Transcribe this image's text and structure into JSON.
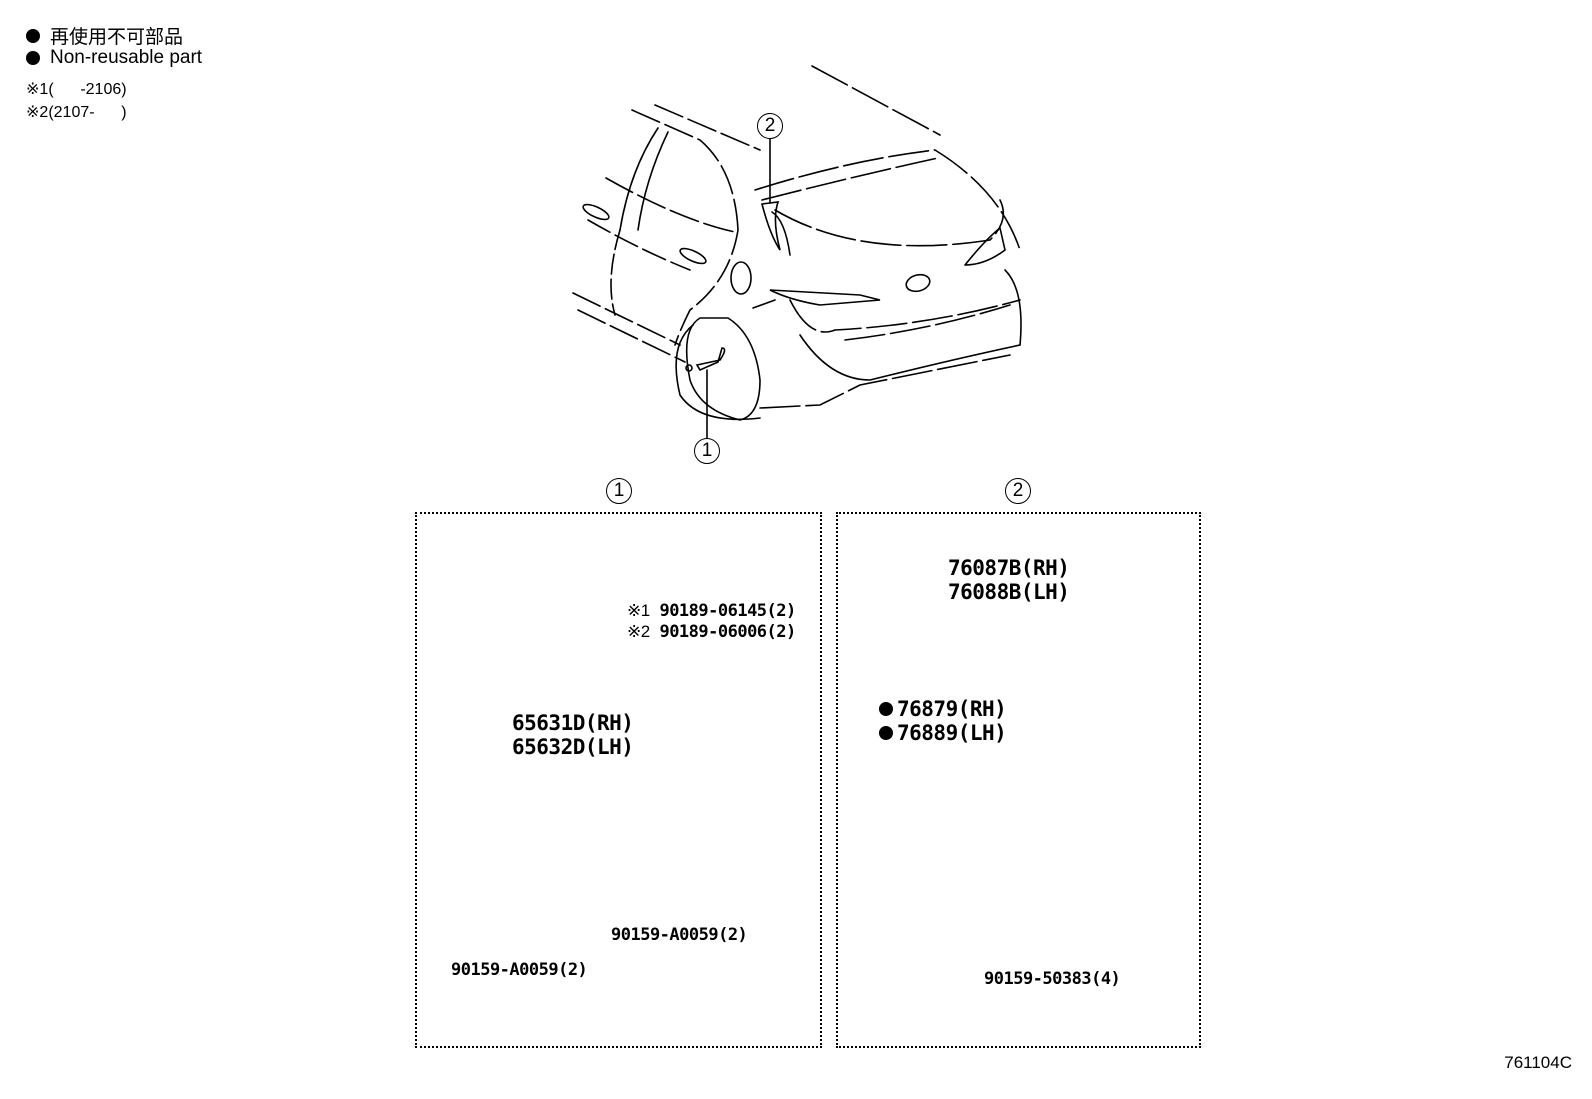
{
  "legend": {
    "items": [
      {
        "icon": "filled-circle",
        "label": "再使用不可部品"
      },
      {
        "icon": "filled-circle",
        "label": "Non-reusable part"
      }
    ],
    "notes": [
      {
        "mark": "※1",
        "range": "(      -2106)"
      },
      {
        "mark": "※2",
        "range": "(2107-      )"
      }
    ]
  },
  "overview": {
    "callouts": [
      {
        "id": "1",
        "label": "1",
        "target": "rear mudguard"
      },
      {
        "id": "2",
        "label": "2",
        "target": "rear quarter spoiler/garnish"
      }
    ]
  },
  "panels": [
    {
      "id": "1",
      "title": "1",
      "parts": [
        {
          "number": "65631D(RH)"
        },
        {
          "number": "65632D(LH)"
        },
        {
          "note": "※1",
          "number": "90189-06145(2)"
        },
        {
          "note": "※2",
          "number": "90189-06006(2)"
        },
        {
          "number": "90159-A0059(2)",
          "position": "center"
        },
        {
          "number": "90159-A0059(2)",
          "position": "left"
        }
      ]
    },
    {
      "id": "2",
      "title": "2",
      "parts": [
        {
          "number": "76087B(RH)"
        },
        {
          "number": "76088B(LH)"
        },
        {
          "non_reusable": true,
          "number": "76879(RH)"
        },
        {
          "non_reusable": true,
          "number": "76889(LH)"
        },
        {
          "number": "90159-50383(4)"
        }
      ]
    }
  ],
  "figure_number": "761104C"
}
